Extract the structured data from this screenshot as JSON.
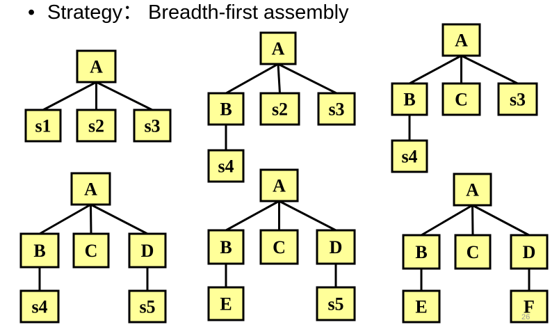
{
  "heading": {
    "bullet": "•",
    "text": "Strategy： Breadth-first assembly"
  },
  "page_number": "26",
  "trees": [
    {
      "nodes": [
        {
          "id": "A",
          "label": "A"
        },
        {
          "id": "s1",
          "label": "s1"
        },
        {
          "id": "s2",
          "label": "s2"
        },
        {
          "id": "s3",
          "label": "s3"
        }
      ],
      "edges": [
        [
          "A",
          "s1"
        ],
        [
          "A",
          "s2"
        ],
        [
          "A",
          "s3"
        ]
      ]
    },
    {
      "nodes": [
        {
          "id": "A",
          "label": "A"
        },
        {
          "id": "B",
          "label": "B"
        },
        {
          "id": "s2",
          "label": "s2"
        },
        {
          "id": "s3",
          "label": "s3"
        },
        {
          "id": "s4",
          "label": "s4"
        }
      ],
      "edges": [
        [
          "A",
          "B"
        ],
        [
          "A",
          "s2"
        ],
        [
          "A",
          "s3"
        ],
        [
          "B",
          "s4"
        ]
      ]
    },
    {
      "nodes": [
        {
          "id": "A",
          "label": "A"
        },
        {
          "id": "B",
          "label": "B"
        },
        {
          "id": "C",
          "label": "C"
        },
        {
          "id": "s3",
          "label": "s3"
        },
        {
          "id": "s4",
          "label": "s4"
        }
      ],
      "edges": [
        [
          "A",
          "B"
        ],
        [
          "A",
          "C"
        ],
        [
          "A",
          "s3"
        ],
        [
          "B",
          "s4"
        ]
      ]
    },
    {
      "nodes": [
        {
          "id": "A",
          "label": "A"
        },
        {
          "id": "B",
          "label": "B"
        },
        {
          "id": "C",
          "label": "C"
        },
        {
          "id": "D",
          "label": "D"
        },
        {
          "id": "s4",
          "label": "s4"
        },
        {
          "id": "s5",
          "label": "s5"
        }
      ],
      "edges": [
        [
          "A",
          "B"
        ],
        [
          "A",
          "C"
        ],
        [
          "A",
          "D"
        ],
        [
          "B",
          "s4"
        ],
        [
          "D",
          "s5"
        ]
      ]
    },
    {
      "nodes": [
        {
          "id": "A",
          "label": "A"
        },
        {
          "id": "B",
          "label": "B"
        },
        {
          "id": "C",
          "label": "C"
        },
        {
          "id": "D",
          "label": "D"
        },
        {
          "id": "E",
          "label": "E"
        },
        {
          "id": "s5",
          "label": "s5"
        }
      ],
      "edges": [
        [
          "A",
          "B"
        ],
        [
          "A",
          "C"
        ],
        [
          "A",
          "D"
        ],
        [
          "B",
          "E"
        ],
        [
          "D",
          "s5"
        ]
      ]
    },
    {
      "nodes": [
        {
          "id": "A",
          "label": "A"
        },
        {
          "id": "B",
          "label": "B"
        },
        {
          "id": "C",
          "label": "C"
        },
        {
          "id": "D",
          "label": "D"
        },
        {
          "id": "E",
          "label": "E"
        },
        {
          "id": "F",
          "label": "F"
        }
      ],
      "edges": [
        [
          "A",
          "B"
        ],
        [
          "A",
          "C"
        ],
        [
          "A",
          "D"
        ],
        [
          "B",
          "E"
        ],
        [
          "D",
          "F"
        ]
      ]
    }
  ]
}
